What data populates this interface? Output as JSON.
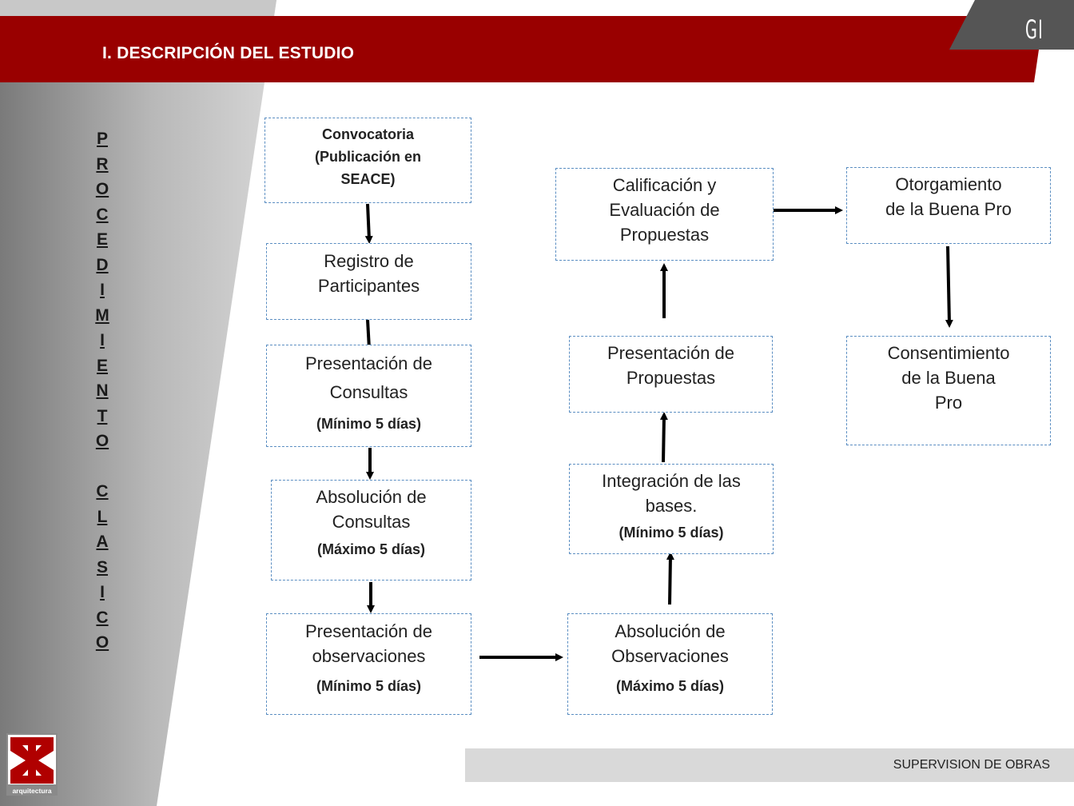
{
  "header": {
    "title": "I. DESCRIPCIÓN DEL ESTUDIO",
    "logo_text": "GI"
  },
  "side_title_letters": [
    "P",
    "R",
    "O",
    "C",
    "E",
    "D",
    "I",
    "M",
    "I",
    "E",
    "N",
    "T",
    "O",
    " ",
    "C",
    "L",
    "A",
    "S",
    "I",
    "C",
    "O"
  ],
  "boxes": {
    "convocatoria": {
      "line1": "Convocatoria",
      "line2": "(Publicación en",
      "line3": "SEACE)"
    },
    "registro": {
      "line1": "Registro de",
      "line2": "Participantes"
    },
    "presentacion_consultas": {
      "line1": "Presentación de",
      "line2": "Consultas",
      "note": "(Mínimo 5 días)"
    },
    "absolucion_consultas": {
      "line1": "Absolución de",
      "line2": "Consultas",
      "note": "(Máximo 5 días)"
    },
    "presentacion_observaciones": {
      "line1": "Presentación de",
      "line2": "observaciones",
      "note": "(Mínimo 5 días)"
    },
    "absolucion_observaciones": {
      "line1": "Absolución de",
      "line2": "Observaciones",
      "note": "(Máximo 5 días)"
    },
    "integracion": {
      "line1": "Integración de las",
      "line2": "bases.",
      "note": "(Mínimo 5 días)"
    },
    "presentacion_propuestas": {
      "line1": "Presentación de",
      "line2": "Propuestas"
    },
    "calificacion": {
      "line1": "Calificación y",
      "line2": "Evaluación de",
      "line3": "Propuestas"
    },
    "otorgamiento": {
      "line1": "Otorgamiento",
      "line2": "de la Buena Pro"
    },
    "consentimiento": {
      "line1": "Consentimiento",
      "line2": "de la Buena",
      "line3": "Pro"
    }
  },
  "footer": {
    "text": "SUPERVISION DE OBRAS",
    "logo_caption": "arquitectura"
  },
  "colors": {
    "header_red": "#990000",
    "box_border": "#5b8ec2",
    "panel_gray": "#b5b5b5"
  }
}
